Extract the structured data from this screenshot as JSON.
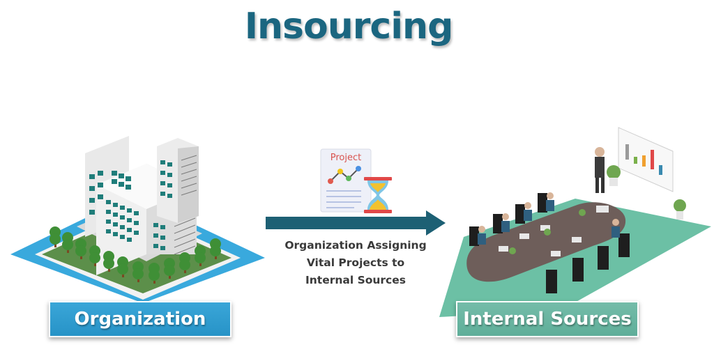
{
  "title": "Insourcing",
  "left": {
    "label": "Organization",
    "illustration": "office-building-icon",
    "color": "#2e9bcf"
  },
  "center": {
    "icon_label": "Project",
    "icons": [
      "project-document-icon",
      "hourglass-icon"
    ],
    "caption_lines": [
      "Organization Assigning",
      "Vital Projects to",
      "Internal Sources"
    ],
    "arrow_color": "#1d6074"
  },
  "right": {
    "label": "Internal Sources",
    "illustration": "meeting-room-icon",
    "color": "#66b3a0"
  },
  "colors": {
    "title": "#1b6680",
    "water": "#39a9dd",
    "grass": "#5c8f4a",
    "floor": "#6cc0a5",
    "table": "#6e5e5a"
  }
}
